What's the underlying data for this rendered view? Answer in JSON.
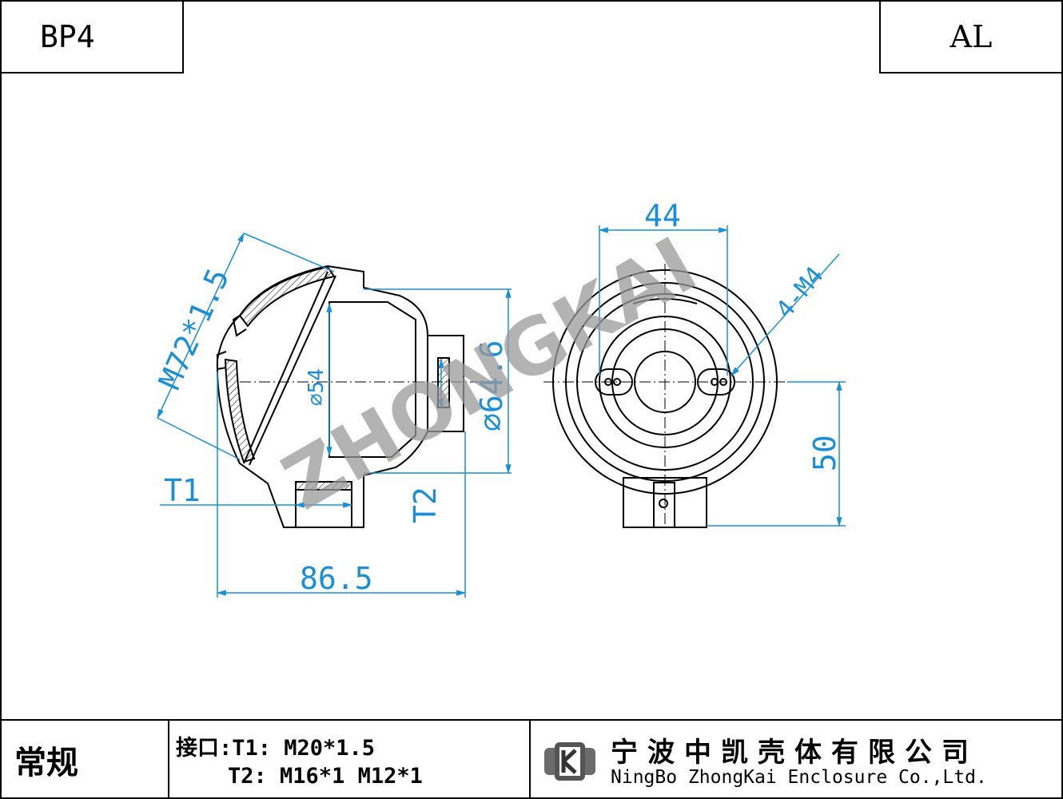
{
  "header": {
    "model": "BP4",
    "material": "AL"
  },
  "dimensions": {
    "thread_main": "M72*1.5",
    "inner_dia": "⌀54",
    "outer_dia": "⌀64.6",
    "t1_label": "T1",
    "t2_label": "T2",
    "overall_length": "86.5",
    "hole_spacing": "44",
    "screw_holes": "4-M4",
    "height_offset": "50"
  },
  "watermark": "ZHONGKAI",
  "footer": {
    "type_label": "常规",
    "ports_line1": "接口:T1: M20*1.5",
    "ports_line2": "    T2: M16*1 M12*1",
    "company_cn": "宁波中凯壳体有限公司",
    "company_en": "NingBo ZhongKai Enclosure Co.,Ltd."
  },
  "colors": {
    "dimension": "#1a8fd6",
    "line": "#000000",
    "watermark": "#9a9a9a"
  }
}
